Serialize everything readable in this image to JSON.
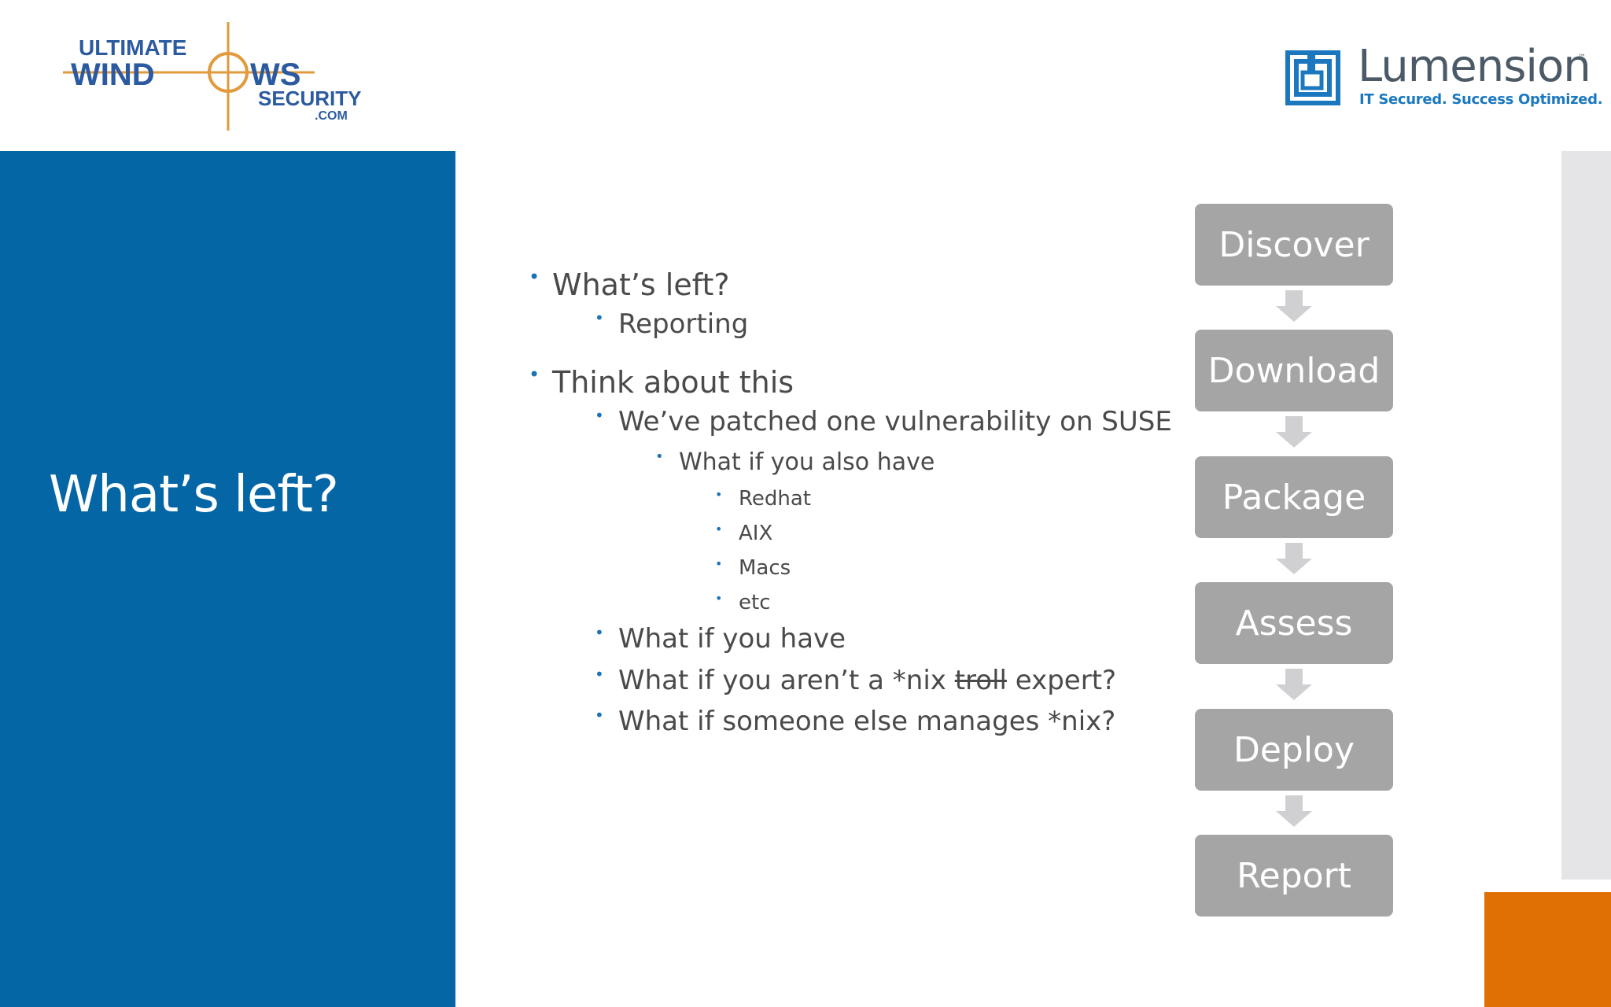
{
  "header": {
    "left_logo": {
      "line1": "ULTIMATE",
      "line2a": "WIND",
      "line2b": "WS",
      "line3": "SECURITY",
      "line4": ".COM"
    },
    "right_logo": {
      "name": "Lumension",
      "trademark": "™",
      "tagline": "IT Secured. Success Optimized."
    }
  },
  "slide": {
    "title": "What’s left?",
    "bullets": {
      "b1": "What’s left?",
      "b1_1": "Reporting",
      "b2": "Think about this",
      "b2_1": "We’ve patched one vulnerability on SUSE",
      "b2_1_1": "What if you also have",
      "b2_1_1_1": "Redhat",
      "b2_1_1_2": "AIX",
      "b2_1_1_3": "Macs",
      "b2_1_1_4": "etc",
      "b2_2": "What if you have",
      "b2_3_pre": "What if you aren’t a *nix",
      "b2_3_strike": "troll",
      "b2_3_post": "expert?",
      "b2_4": "What if someone else manages *nix?"
    },
    "flow": {
      "step1": "Discover",
      "step2": "Download",
      "step3": "Package",
      "step4": "Assess",
      "step5": "Deploy",
      "step6": "Report"
    }
  },
  "colors": {
    "left_panel": "#0566a6",
    "flow_box": "#a5a5a6",
    "orange_accent": "#e06f04",
    "bullet_dot": "#1b73b5"
  }
}
